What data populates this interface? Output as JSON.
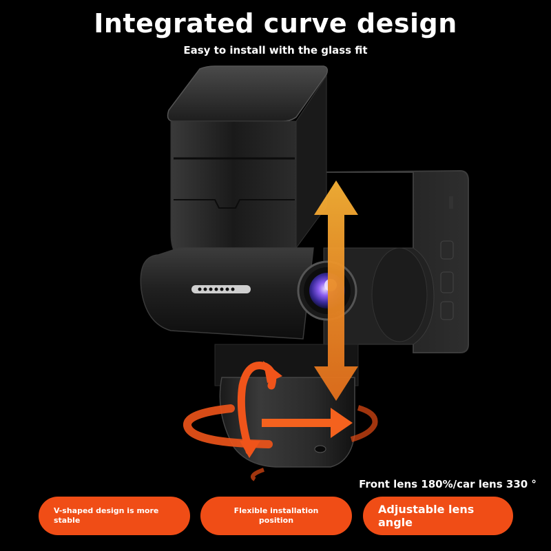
{
  "header": {
    "title": "Integrated curve design",
    "subtitle": "Easy to install with the glass fit"
  },
  "lens_note": "Front lens 180%/car lens 330 °",
  "features": [
    {
      "label": "V-shaped design is more stable"
    },
    {
      "label": "Flexible installation position"
    },
    {
      "label": "Adjustable lens angle"
    }
  ],
  "colors": {
    "background": "#000000",
    "accent": "#f04d16",
    "arrow_orange": "#f5a623"
  }
}
